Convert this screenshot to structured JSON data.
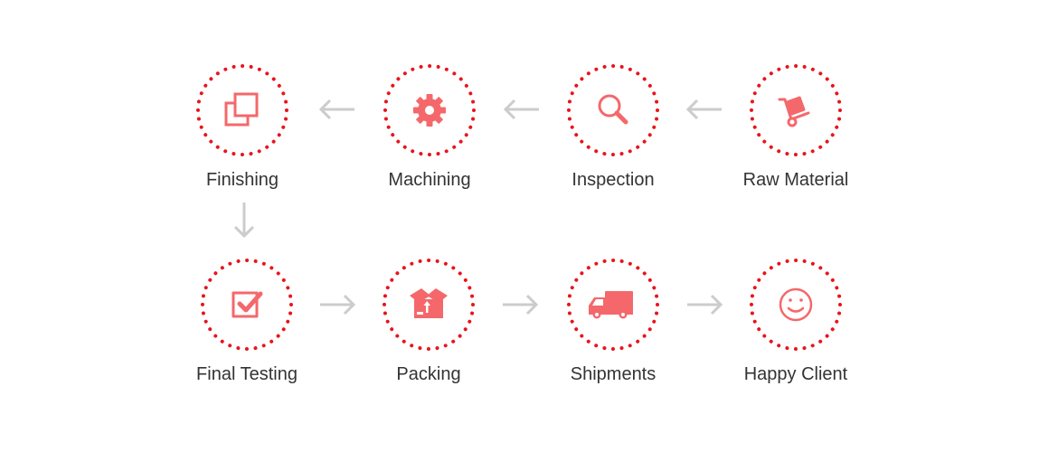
{
  "colors": {
    "ring": "#e8141b",
    "icon": "#f4686b",
    "arrow": "#cccccc",
    "label": "#333333"
  },
  "steps": [
    {
      "label": "Raw Material",
      "icon": "hand-truck-icon"
    },
    {
      "label": "Inspection",
      "icon": "magnifier-icon"
    },
    {
      "label": "Machining",
      "icon": "gear-icon"
    },
    {
      "label": "Finishing",
      "icon": "layers-icon"
    },
    {
      "label": "Final Testing",
      "icon": "checkbox-icon"
    },
    {
      "label": "Packing",
      "icon": "open-box-icon"
    },
    {
      "label": "Shipments",
      "icon": "delivery-truck-icon"
    },
    {
      "label": "Happy Client",
      "icon": "smiley-icon"
    }
  ],
  "flow": [
    "Raw Material",
    "Inspection",
    "Machining",
    "Finishing",
    "Final Testing",
    "Packing",
    "Shipments",
    "Happy Client"
  ]
}
